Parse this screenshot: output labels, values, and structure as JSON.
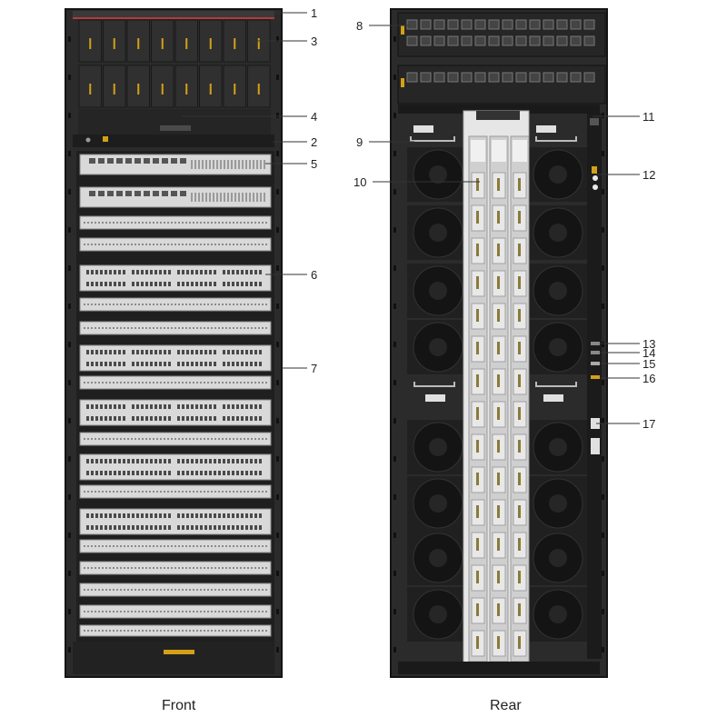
{
  "captions": {
    "front": "Front",
    "rear": "Rear"
  },
  "colors": {
    "chassis": "#2b2b2b",
    "frame_edge": "#141414",
    "board": "#d9d9d9",
    "board_dark": "#b8b8b8",
    "fan": "#1c1c1c",
    "accent": "#d4a017",
    "leader": "#333333"
  },
  "front": {
    "top_fan_slots": 16,
    "lpu_boards": 14,
    "fabric_boards": 1
  },
  "rear": {
    "power_modules": 2,
    "fans_per_column": 8,
    "sfu_boards": 3
  },
  "callouts": [
    "1",
    "2",
    "3",
    "4",
    "5",
    "6",
    "7",
    "8",
    "9",
    "10",
    "11",
    "12",
    "13",
    "14",
    "15",
    "16",
    "17"
  ]
}
